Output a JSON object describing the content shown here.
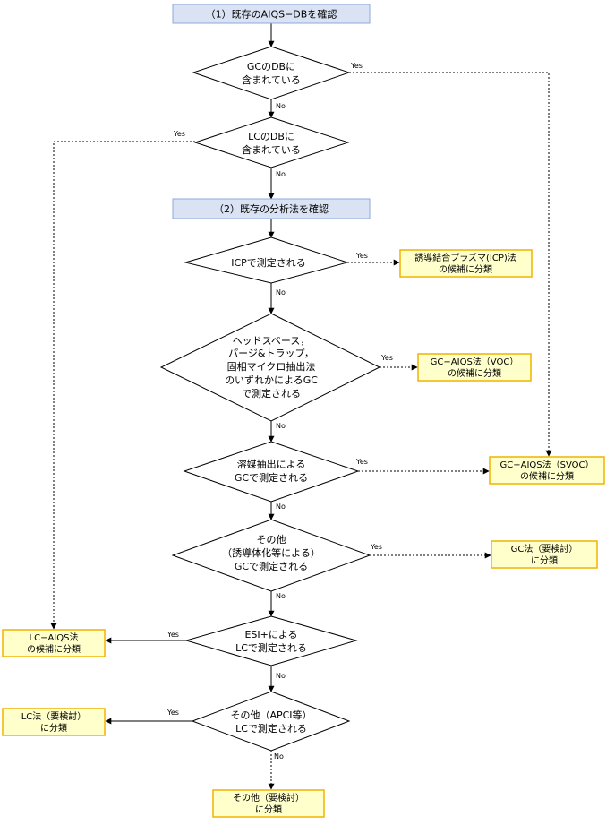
{
  "steps": {
    "s1": "（1）既存のAIQS−DBを確認",
    "s2": "（2）既存の分析法を確認"
  },
  "decisions": {
    "d1": [
      "GCのDBに",
      "含まれている"
    ],
    "d2": [
      "LCのDBに",
      "含まれている"
    ],
    "d3": [
      "ICPで測定される"
    ],
    "d4": [
      "ヘッドスペース，",
      "パージ&トラップ，",
      "固相マイクロ抽出法",
      "のいずれかによるGC",
      "で測定される"
    ],
    "d5": [
      "溶媒抽出による",
      "GCで測定される"
    ],
    "d6": [
      "その他",
      "（誘導体化等による）",
      "GCで測定される"
    ],
    "d7": [
      "ESI+による",
      "LCで測定される"
    ],
    "d8": [
      "その他（APCI等）",
      "LCで測定される"
    ]
  },
  "outcomes": {
    "icp": [
      "誘導結合プラズマ(ICP)法",
      "の候補に分類"
    ],
    "voc": [
      "GC−AIQS法（VOC）",
      "の候補に分類"
    ],
    "svoc": [
      "GC−AIQS法（SVOC）",
      "の候補に分類"
    ],
    "gc": [
      "GC法（要検討）",
      "に分類"
    ],
    "lcaiqs": [
      "LC−AIQS法",
      "の候補に分類"
    ],
    "lc": [
      "LC法（要検討）",
      "に分類"
    ],
    "other": [
      "その他（要検討）",
      "に分類"
    ]
  },
  "answers": {
    "yes": "Yes",
    "no": "No"
  },
  "colors": {
    "step_fill": "#dae3f3",
    "step_border": "#8eaadb",
    "outcome_fill": "#ffffcc",
    "outcome_border": "#f0b400",
    "line": "#000000"
  }
}
